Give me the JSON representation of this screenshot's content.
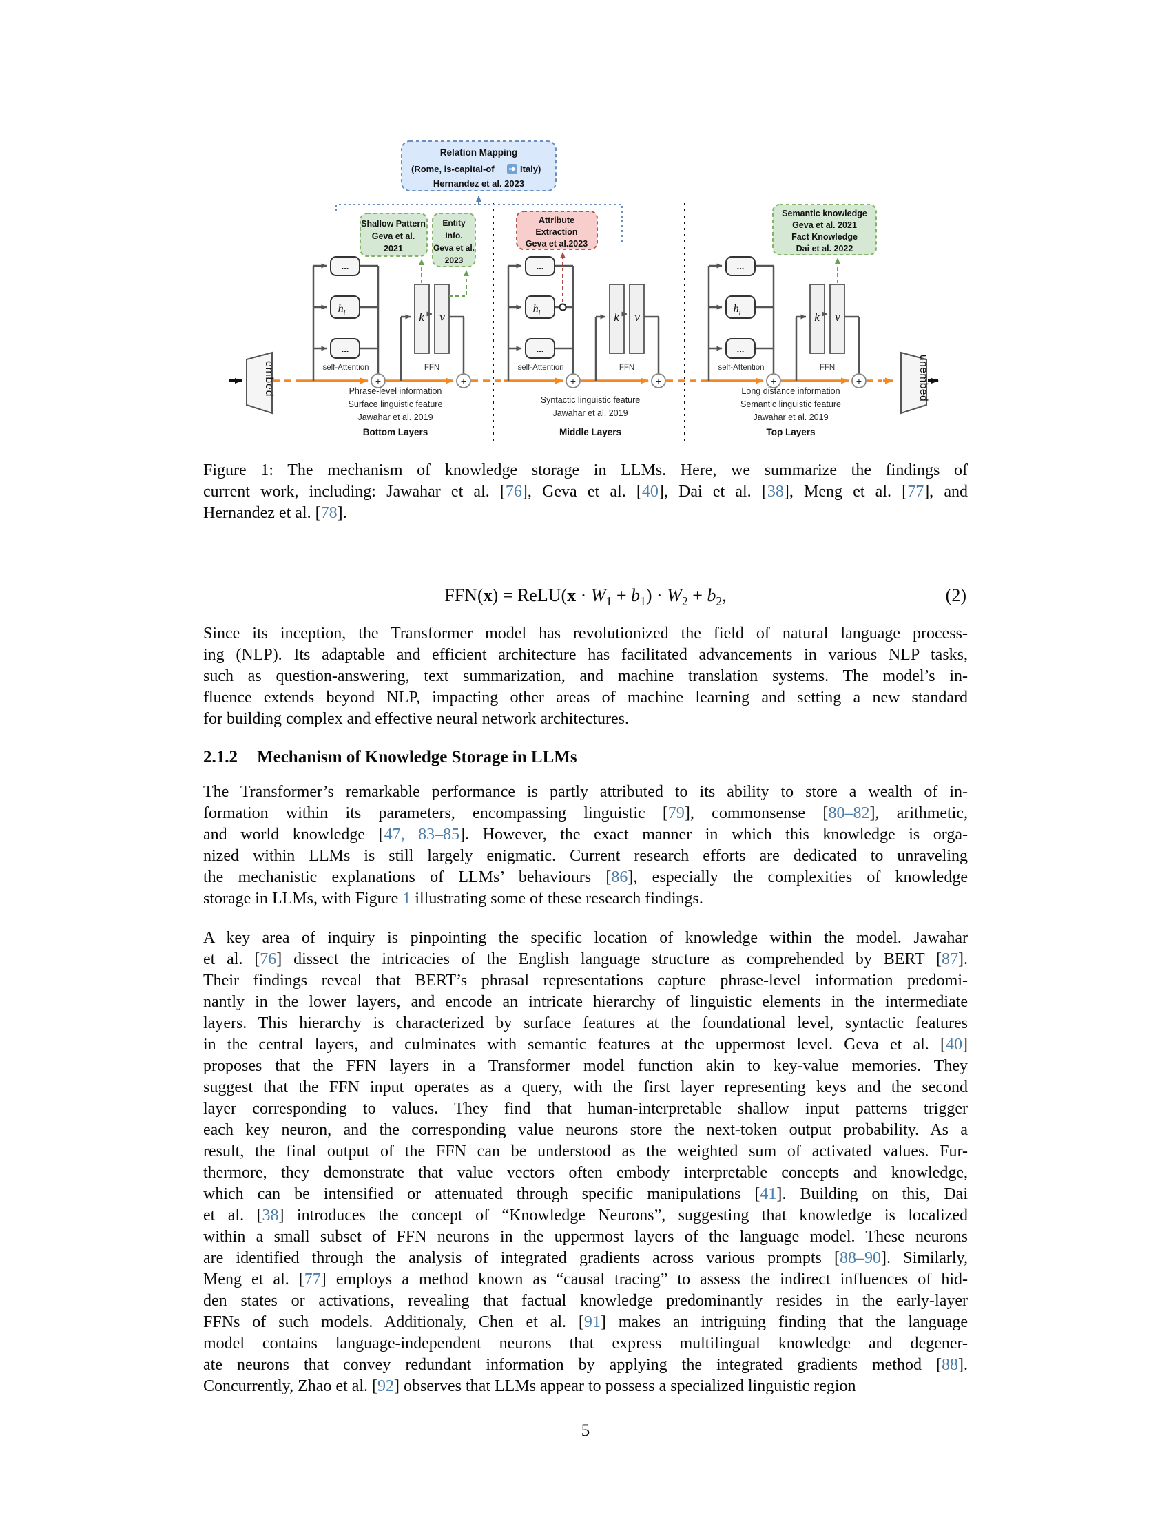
{
  "colors": {
    "cite_blue": "#4d7ea8",
    "residual_orange": "#f5881f",
    "green_box_fill": "#d5e8d4",
    "green_box_stroke": "#82b366",
    "red_box_fill": "#f8cecc",
    "red_box_stroke": "#b85450",
    "blue_box_fill": "#dae8fc",
    "blue_box_stroke": "#6c8ebf"
  },
  "figure": {
    "embed": "embed",
    "unembed": "unembed",
    "attention_label": "self-Attention",
    "ffn_label": "FFN",
    "dots": "...",
    "h": "h",
    "h_sub": "i",
    "k": "k",
    "v": "v",
    "plus": "+",
    "relation_box": {
      "line1": "Relation Mapping",
      "line2a": "(Rome, is-capital-of",
      "line2b": "Italy)",
      "line3": "Hernandez et al. 2023"
    },
    "shallow_box": {
      "line1": "Shallow Pattern",
      "line2": "Geva et al.",
      "line3": "2021"
    },
    "entity_box": {
      "line1": "Entity",
      "line2": "Info.",
      "line3": "Geva et al.",
      "line4": "2023"
    },
    "attribute_box": {
      "line1": "Attribute",
      "line2": "Extraction",
      "line3": "Geva et al.2023"
    },
    "semantic_box": {
      "line1": "Semantic knowledge",
      "line2": "Geva et al. 2021",
      "line3": "Fact Knowledge",
      "line4": "Dai et al. 2022"
    },
    "bottom": {
      "cap1": "Phrase-level information",
      "cap2": "Surface linguistic feature",
      "cap3": "Jawahar et al. 2019",
      "title": "Bottom Layers"
    },
    "middle": {
      "cap1": "Syntactic linguistic feature",
      "cap2": "Jawahar et al. 2019",
      "title": "Middle Layers"
    },
    "top": {
      "cap1": "Long distance information",
      "cap2": "Semantic linguistic feature",
      "cap3": "Jawahar et al. 2019",
      "title": "Top Layers"
    }
  },
  "caption": {
    "lines": [
      "Figure 1: The mechanism of knowledge storage in LLMs.  Here, we summarize the findings of",
      "current work, including: Jawahar et al. [76], Geva et al. [40], Dai et al. [38], Meng et al. [77], and",
      "Hernandez et al. [78]."
    ]
  },
  "equation": {
    "body": "FFN(**x**) = ReLU(**x** · *W*_1 + *b*_1) · *W*_2 + *b*_2,",
    "number": "(2)"
  },
  "heading": {
    "number": "2.1.2",
    "title": "Mechanism of Knowledge Storage in LLMs"
  },
  "body": {
    "para1": [
      "Since its inception, the Transformer model has revolutionized the field of natural language process-",
      "ing (NLP). Its adaptable and efficient architecture has facilitated advancements in various NLP tasks,",
      "such as question-answering, text summarization, and machine translation systems.  The model’s in-",
      "fluence extends beyond NLP, impacting other areas of machine learning and setting a new standard",
      "for building complex and effective neural network architectures."
    ],
    "para2": [
      "The Transformer’s remarkable performance is partly attributed to its ability to store a wealth of in-",
      "formation within its parameters, encompassing linguistic [79], commonsense [80–82], arithmetic,",
      "and world knowledge [47, 83–85].  However, the exact manner in which this knowledge is orga-",
      "nized within LLMs is still largely enigmatic.  Current research efforts are dedicated to unraveling",
      "the mechanistic explanations of LLMs’ behaviours [86], especially the complexities of knowledge",
      "storage in LLMs, with Figure ~1~ illustrating some of these research findings."
    ],
    "para3": [
      "A key area of inquiry is pinpointing the specific location of knowledge within the model.  Jawahar",
      "et al. [76] dissect the intricacies of the English language structure as comprehended by BERT [87].",
      "Their findings reveal that BERT’s phrasal representations capture phrase-level information predomi-",
      "nantly in the lower layers, and encode an intricate hierarchy of linguistic elements in the intermediate",
      "layers. This hierarchy is characterized by surface features at the foundational level, syntactic features",
      "in the central layers, and culminates with semantic features at the uppermost level.  Geva et al. [40]",
      "proposes that the FFN layers in a Transformer model function akin to key-value memories.  They",
      "suggest that the FFN input operates as a query, with the first layer representing keys and the second",
      "layer corresponding to values.  They find that human-interpretable shallow input patterns trigger",
      "each key neuron, and the corresponding value neurons store the next-token output probability. As a",
      "result, the final output of the FFN can be understood as the weighted sum of activated values.  Fur-",
      "thermore, they demonstrate that value vectors often embody interpretable concepts and knowledge,",
      "which can be intensified or attenuated through specific manipulations [41].  Building on this, Dai",
      "et al. [38] introduces the concept of “Knowledge Neurons”, suggesting that knowledge is localized",
      "within a small subset of FFN neurons in the uppermost layers of the language model. These neurons",
      "are identified through the analysis of integrated gradients across various prompts [88–90]. Similarly,",
      "Meng et al. [77] employs a method known as “causal tracing” to assess the indirect influences of hid-",
      "den states or activations, revealing that factual knowledge predominantly resides in the early-layer",
      "FFNs of such models.  Additionaly, Chen et al. [91] makes an intriguing finding that the language",
      "model contains language-independent neurons that express multilingual knowledge and degener-",
      "ate neurons that convey redundant information by applying the integrated gradients method [88].",
      "Concurrently, Zhao et al. [92] observes that LLMs appear to possess a specialized linguistic region"
    ]
  },
  "page_number": "5"
}
